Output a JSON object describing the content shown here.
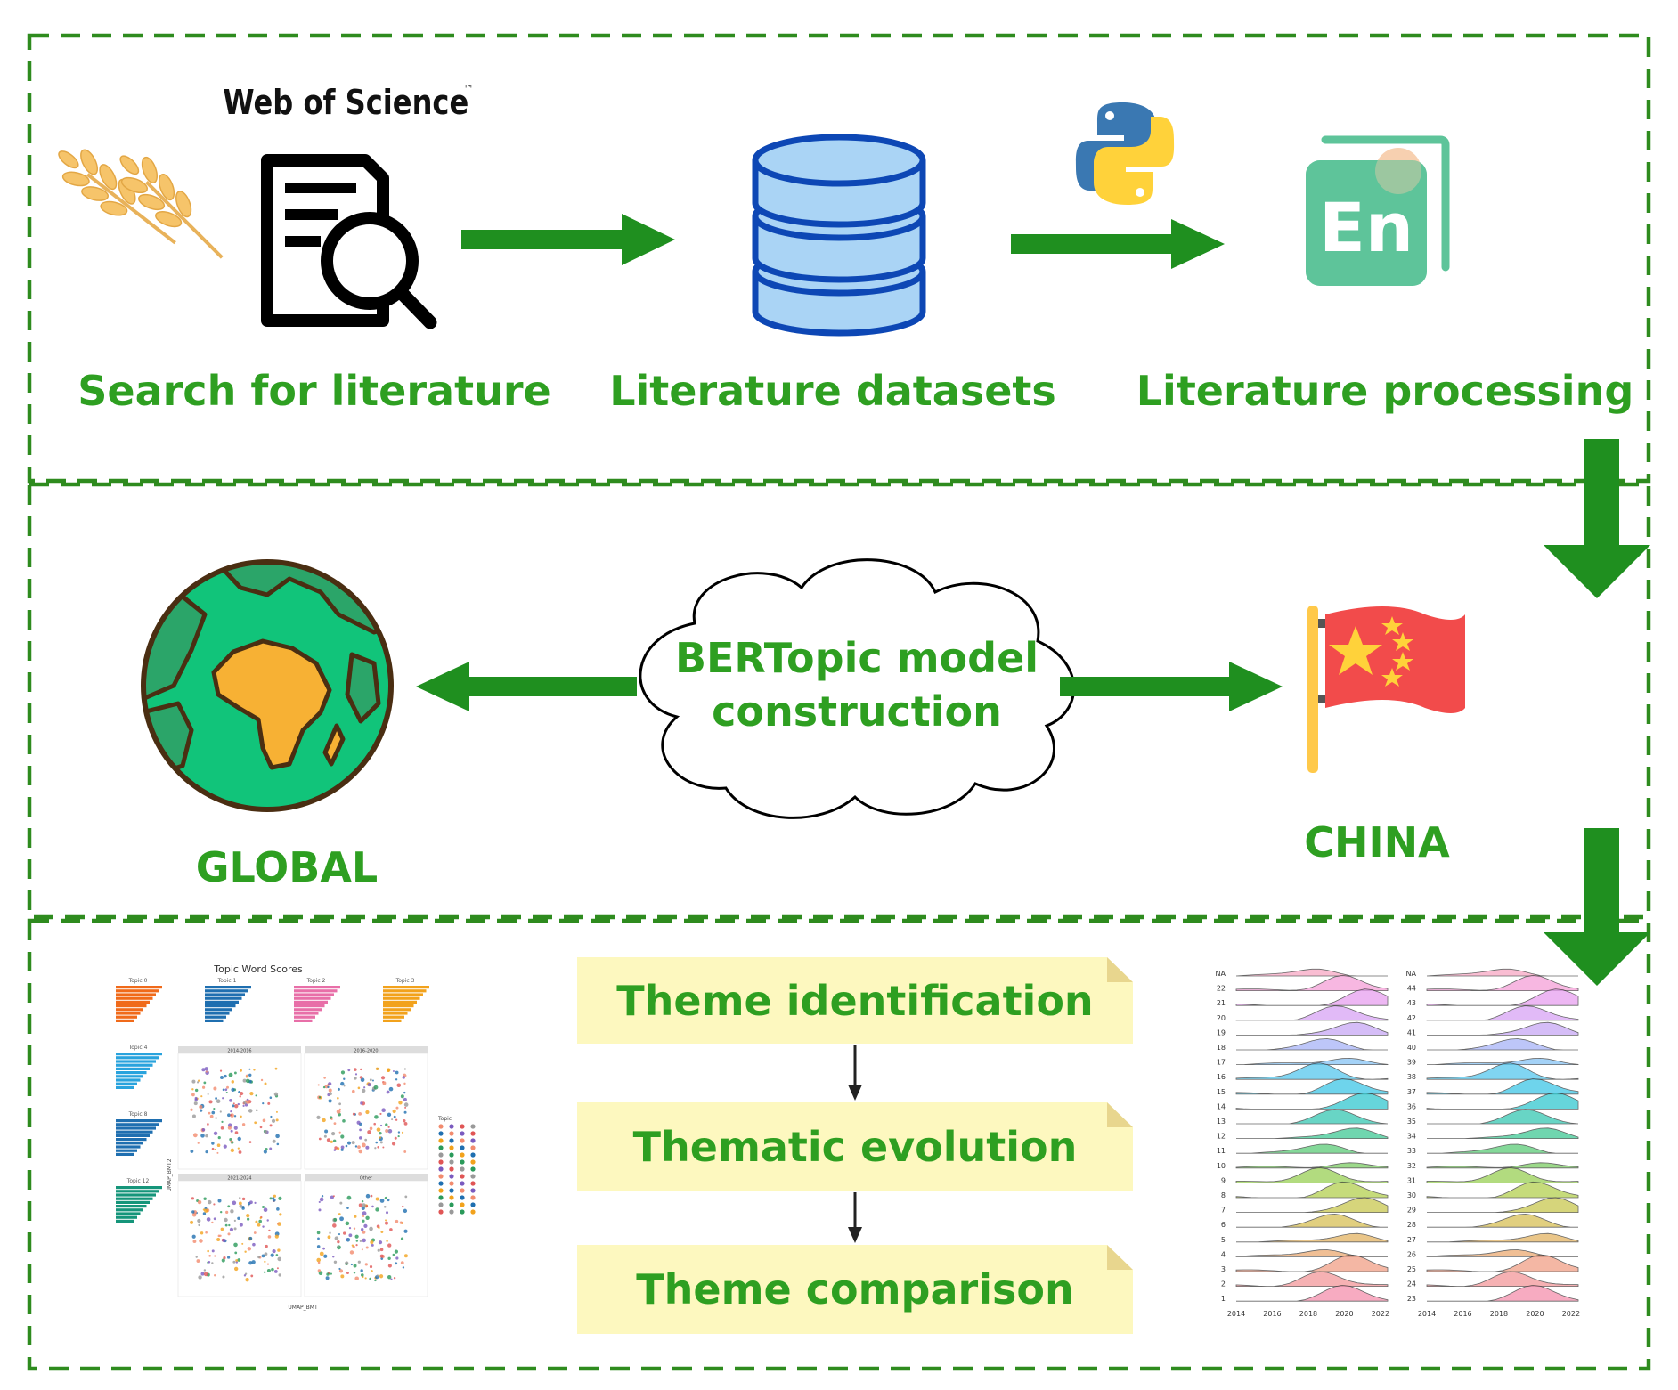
{
  "colors": {
    "green": "#1f8f1f",
    "label_green": "#2e9f21",
    "dash": "#2e8b1e",
    "db_blue": "#aad4f5",
    "db_stroke": "#0d47b5",
    "note_fill": "#fdf8bf",
    "flag_red": "#f24b4b",
    "flag_star": "#ffd23a",
    "globe_ocean": "#11c47a",
    "globe_land": "#2ba569",
    "africa": "#f7b134",
    "en_green": "#5ec49a"
  },
  "stage1": {
    "wos_logo": "Web of Science",
    "wos_tm": "™",
    "en_text": "En",
    "labels": {
      "search": "Search for literature",
      "datasets": "Literature datasets",
      "processing": "Literature processing"
    }
  },
  "stage2": {
    "cloud_line1": "BERTopic model",
    "cloud_line2": "construction",
    "global": "GLOBAL",
    "china": "CHINA"
  },
  "stage3": {
    "notes": [
      "Theme identification",
      "Thematic evolution",
      "Theme comparison"
    ],
    "thumb_title": "Topic Word Scores",
    "topic_panels": [
      "Topic 0",
      "Topic 1",
      "Topic 2",
      "Topic 3",
      "Topic 4",
      "Topic 8",
      "Topic 12"
    ],
    "scatter_panels": [
      "2014-2016",
      "2016-2020",
      "2021-2024",
      "Other"
    ],
    "scatter_xlabel": "UMAP_BMT",
    "scatter_ylabel": "UMAP_BMT2",
    "scatter_legend_title": "Topic",
    "ridge_left_ticks": [
      "NA",
      "22",
      "21",
      "20",
      "19",
      "18",
      "17",
      "16",
      "15",
      "14",
      "13",
      "12",
      "11",
      "10",
      "9",
      "8",
      "7",
      "6",
      "5",
      "4",
      "3",
      "2",
      "1"
    ],
    "ridge_right_ticks": [
      "NA",
      "44",
      "43",
      "42",
      "41",
      "40",
      "39",
      "38",
      "37",
      "36",
      "35",
      "34",
      "33",
      "32",
      "31",
      "30",
      "29",
      "28",
      "27",
      "26",
      "25",
      "24",
      "23"
    ],
    "ridge_years": [
      "2014",
      "2016",
      "2018",
      "2020",
      "2022"
    ]
  }
}
